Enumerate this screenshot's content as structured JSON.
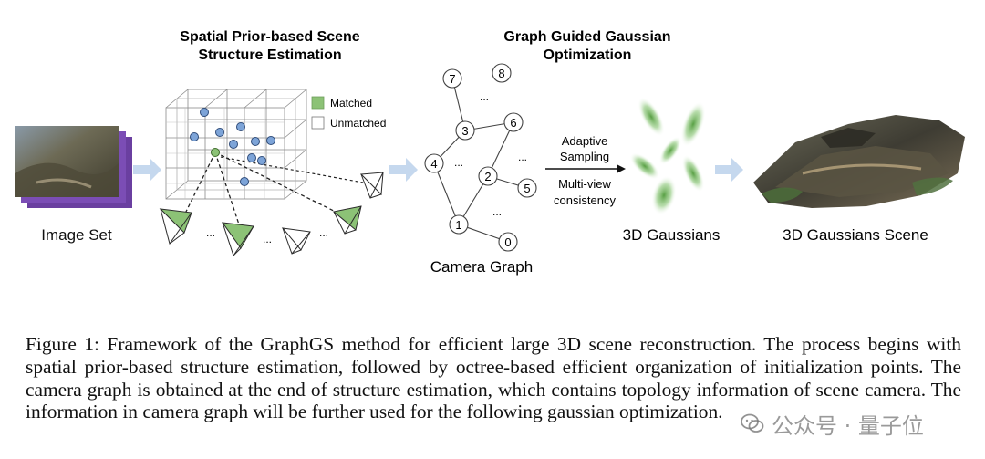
{
  "figure": {
    "panel1": {
      "label": "Image Set"
    },
    "panel2": {
      "title_line1": "Spatial Prior-based Scene",
      "title_line2": "Structure Estimation",
      "legend": {
        "matched": "Matched",
        "unmatched": "Unmatched"
      },
      "ellipsis": "..."
    },
    "panel3": {
      "title_line1": "Graph Guided Gaussian",
      "title_line2": "Optimization",
      "label": "Camera Graph",
      "node_labels": [
        "0",
        "1",
        "2",
        "3",
        "4",
        "5",
        "6",
        "7",
        "8"
      ],
      "ellipsis": "...",
      "arrow_top_line1": "Adaptive",
      "arrow_top_line2": "Sampling",
      "arrow_bottom_line1": "Multi-view",
      "arrow_bottom_line2": "consistency"
    },
    "panel4": {
      "label": "3D Gaussians"
    },
    "panel5": {
      "label": "3D Gaussians Scene"
    },
    "colors": {
      "matched_green": "#8cc276",
      "point_blue": "#7da4d8",
      "flow_arrow": "#c5d8ee",
      "gaussian_green": "#6aa84f"
    }
  },
  "caption": {
    "text": "Figure 1: Framework of the GraphGS method for efficient large 3D scene reconstruction. The process begins with spatial prior-based structure estimation, followed by octree-based efficient organization of initialization points. The camera graph is obtained at the end of structure estimation, which contains topology information of scene camera. The information in camera graph will be further used for the following gaussian optimization."
  },
  "watermark": {
    "text": "公众号 · 量子位",
    "icon": "wechat-logo-icon"
  }
}
